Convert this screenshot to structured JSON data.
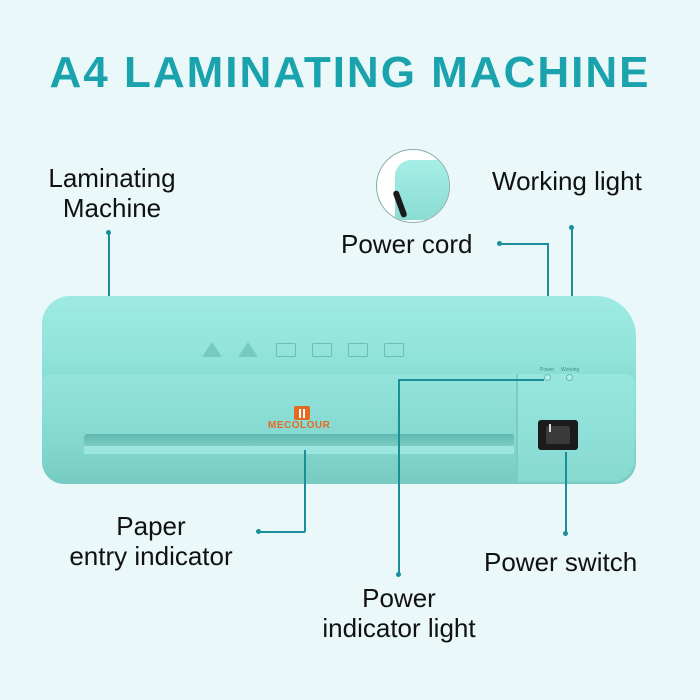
{
  "title": "A4 LAMINATING MACHINE",
  "labels": {
    "laminating_machine": [
      "Laminating",
      "Machine"
    ],
    "working_light": "Working light",
    "power_cord": "Power cord",
    "paper_entry": [
      "Paper",
      "entry indicator"
    ],
    "power_switch": "Power switch",
    "power_indicator": [
      "Power",
      "indicator light"
    ]
  },
  "machine": {
    "brand": "MECOLOUR",
    "led_labels": [
      "Power",
      "Working"
    ]
  },
  "colors": {
    "title": "#1aa3ad",
    "machine_body": "#8fe2da",
    "leader_line": "#1a8f99",
    "brand": "#e46a22"
  }
}
